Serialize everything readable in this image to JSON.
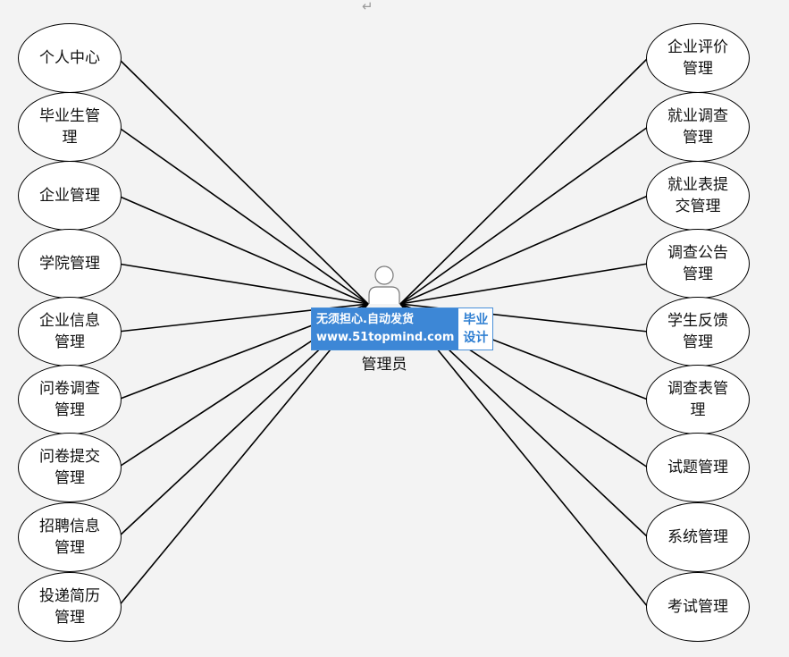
{
  "page": {
    "return_mark": "↵"
  },
  "actor": {
    "label": "管理员",
    "icon": "person-icon"
  },
  "left_use_cases": [
    {
      "name": "uc-personal-center",
      "label": "个人中心"
    },
    {
      "name": "uc-graduate-management",
      "label": "毕业生管理"
    },
    {
      "name": "uc-company-management",
      "label": "企业管理"
    },
    {
      "name": "uc-college-management",
      "label": "学院管理"
    },
    {
      "name": "uc-company-info-management",
      "label": "企业信息管理"
    },
    {
      "name": "uc-survey-management",
      "label": "问卷调查管理"
    },
    {
      "name": "uc-survey-submit-management",
      "label": "问卷提交管理"
    },
    {
      "name": "uc-recruit-info-management",
      "label": "招聘信息管理"
    },
    {
      "name": "uc-resume-delivery-management",
      "label": "投递简历管理"
    }
  ],
  "right_use_cases": [
    {
      "name": "uc-company-evaluation-management",
      "label": "企业评价管理"
    },
    {
      "name": "uc-employment-survey-management",
      "label": "就业调查管理"
    },
    {
      "name": "uc-employment-form-submit-management",
      "label": "就业表提交管理"
    },
    {
      "name": "uc-survey-notice-management",
      "label": "调查公告管理"
    },
    {
      "name": "uc-student-feedback-management",
      "label": "学生反馈管理"
    },
    {
      "name": "uc-survey-form-management",
      "label": "调查表管理"
    },
    {
      "name": "uc-exam-question-management",
      "label": "试题管理"
    },
    {
      "name": "uc-system-management",
      "label": "系统管理"
    },
    {
      "name": "uc-exam-management",
      "label": "考试管理"
    }
  ],
  "watermark": {
    "line1": "无须担心.自动发货",
    "line2": "www.51topmind.com",
    "tag_line1": "毕业",
    "tag_line2": "设计"
  }
}
